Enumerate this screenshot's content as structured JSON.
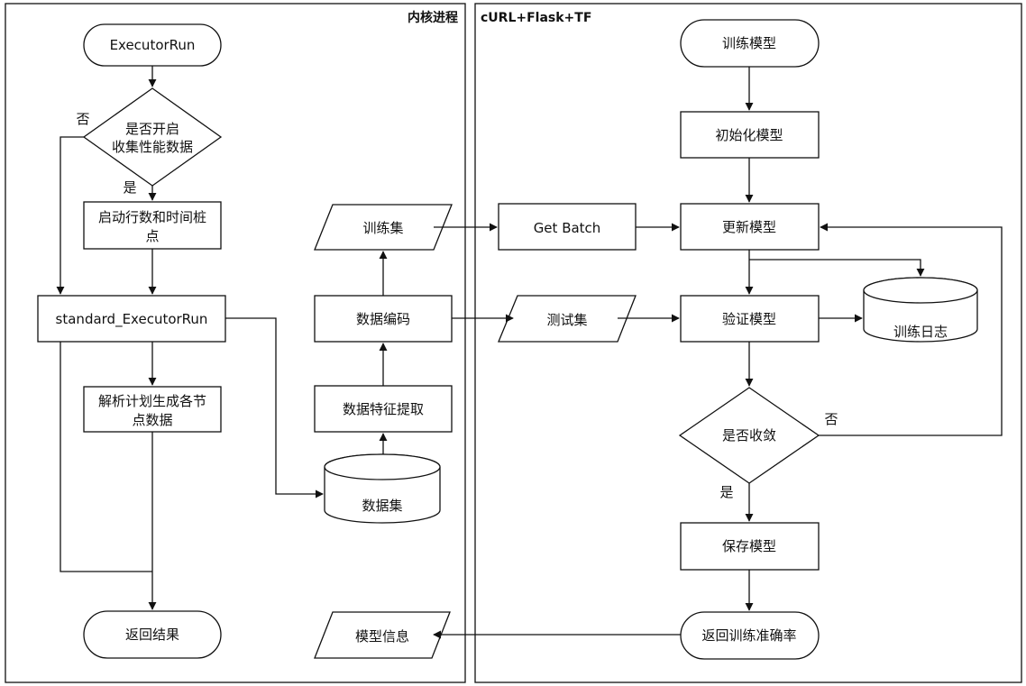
{
  "panels": {
    "left_title": "内核进程",
    "right_title": "cURL+Flask+TF"
  },
  "nodes": {
    "executor_run": "ExecutorRun",
    "decision_collect_line1": "是否开启",
    "decision_collect_line2": "收集性能数据",
    "start_counters_line1": "启动行数和时间桩",
    "start_counters_line2": "点",
    "standard_run": "standard_ExecutorRun",
    "parse_plan_line1": "解析计划生成各节",
    "parse_plan_line2": "点数据",
    "return_result": "返回结果",
    "train_set": "训练集",
    "data_encode": "数据编码",
    "feature_extract": "数据特征提取",
    "dataset": "数据集",
    "model_info": "模型信息",
    "get_batch": "Get Batch",
    "test_set": "测试集",
    "train_model": "训练模型",
    "init_model": "初始化模型",
    "update_model": "更新模型",
    "train_log": "训练日志",
    "validate_model": "验证模型",
    "converge_decision": "是否收敛",
    "save_model": "保存模型",
    "return_accuracy": "返回训练准确率"
  },
  "labels": {
    "no_collect": "否",
    "yes_collect": "是",
    "no_converge": "否",
    "yes_converge": "是"
  }
}
